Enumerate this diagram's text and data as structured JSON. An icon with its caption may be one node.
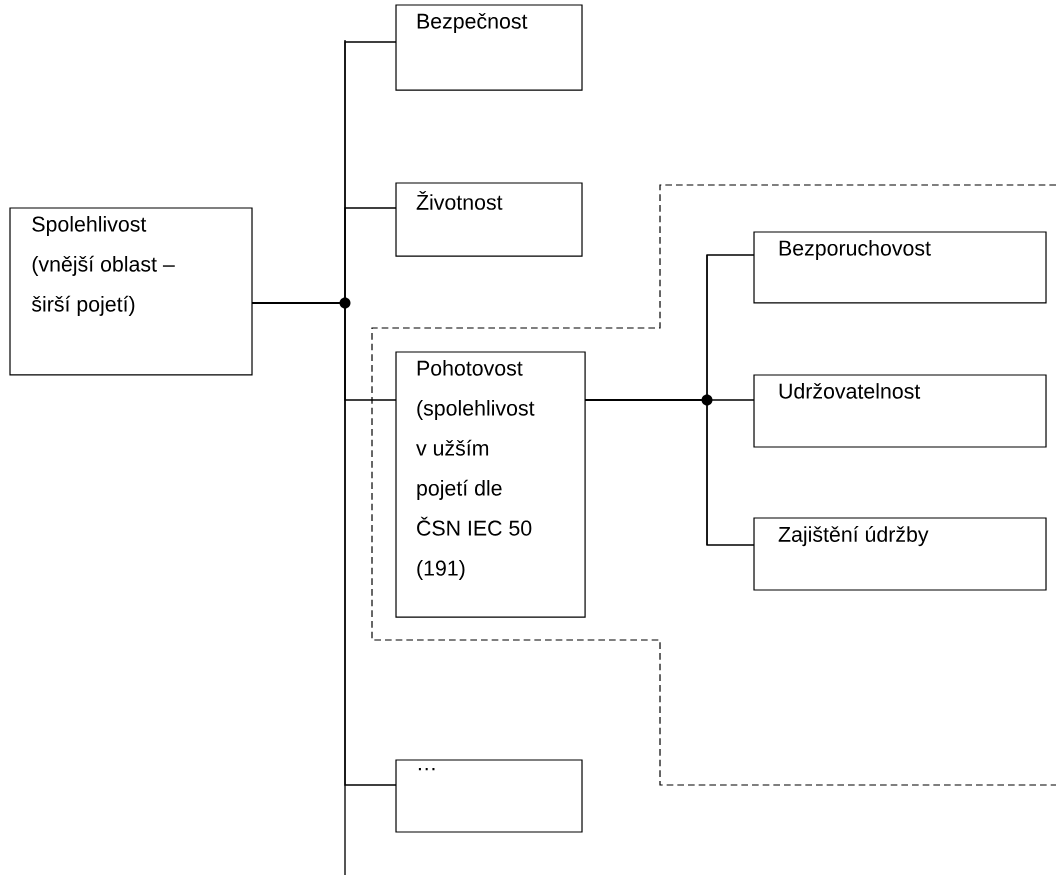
{
  "diagram": {
    "nodes": [
      {
        "text": [
          "Spolehlivost (vnější oblast – širší pojetí)"
        ]
      },
      {
        "text": [
          "Bezpečnost"
        ]
      },
      {
        "text": [
          "Životnost"
        ]
      },
      {
        "text": [
          "Pohotovost (spolehlivost v užším pojetí dle ČSN IEC 50 (191)"
        ]
      },
      {
        "text": [
          "Bezporuchovost"
        ]
      },
      {
        "text": [
          "Udržovatelnost"
        ]
      },
      {
        "text": [
          "Zajištění údržby"
        ]
      },
      {
        "text": [
          "…"
        ]
      }
    ],
    "edges": [
      {
        "from": 0,
        "to": 1,
        "arrow": "none"
      },
      {
        "from": 0,
        "to": 2,
        "arrow": "none"
      },
      {
        "from": 0,
        "to": 3,
        "arrow": "none"
      },
      {
        "from": 0,
        "to": 7,
        "arrow": "none"
      },
      {
        "from": 3,
        "to": 4,
        "arrow": "none"
      },
      {
        "from": 3,
        "to": 5,
        "arrow": "none"
      },
      {
        "from": 3,
        "to": 6,
        "arrow": "none"
      }
    ]
  }
}
